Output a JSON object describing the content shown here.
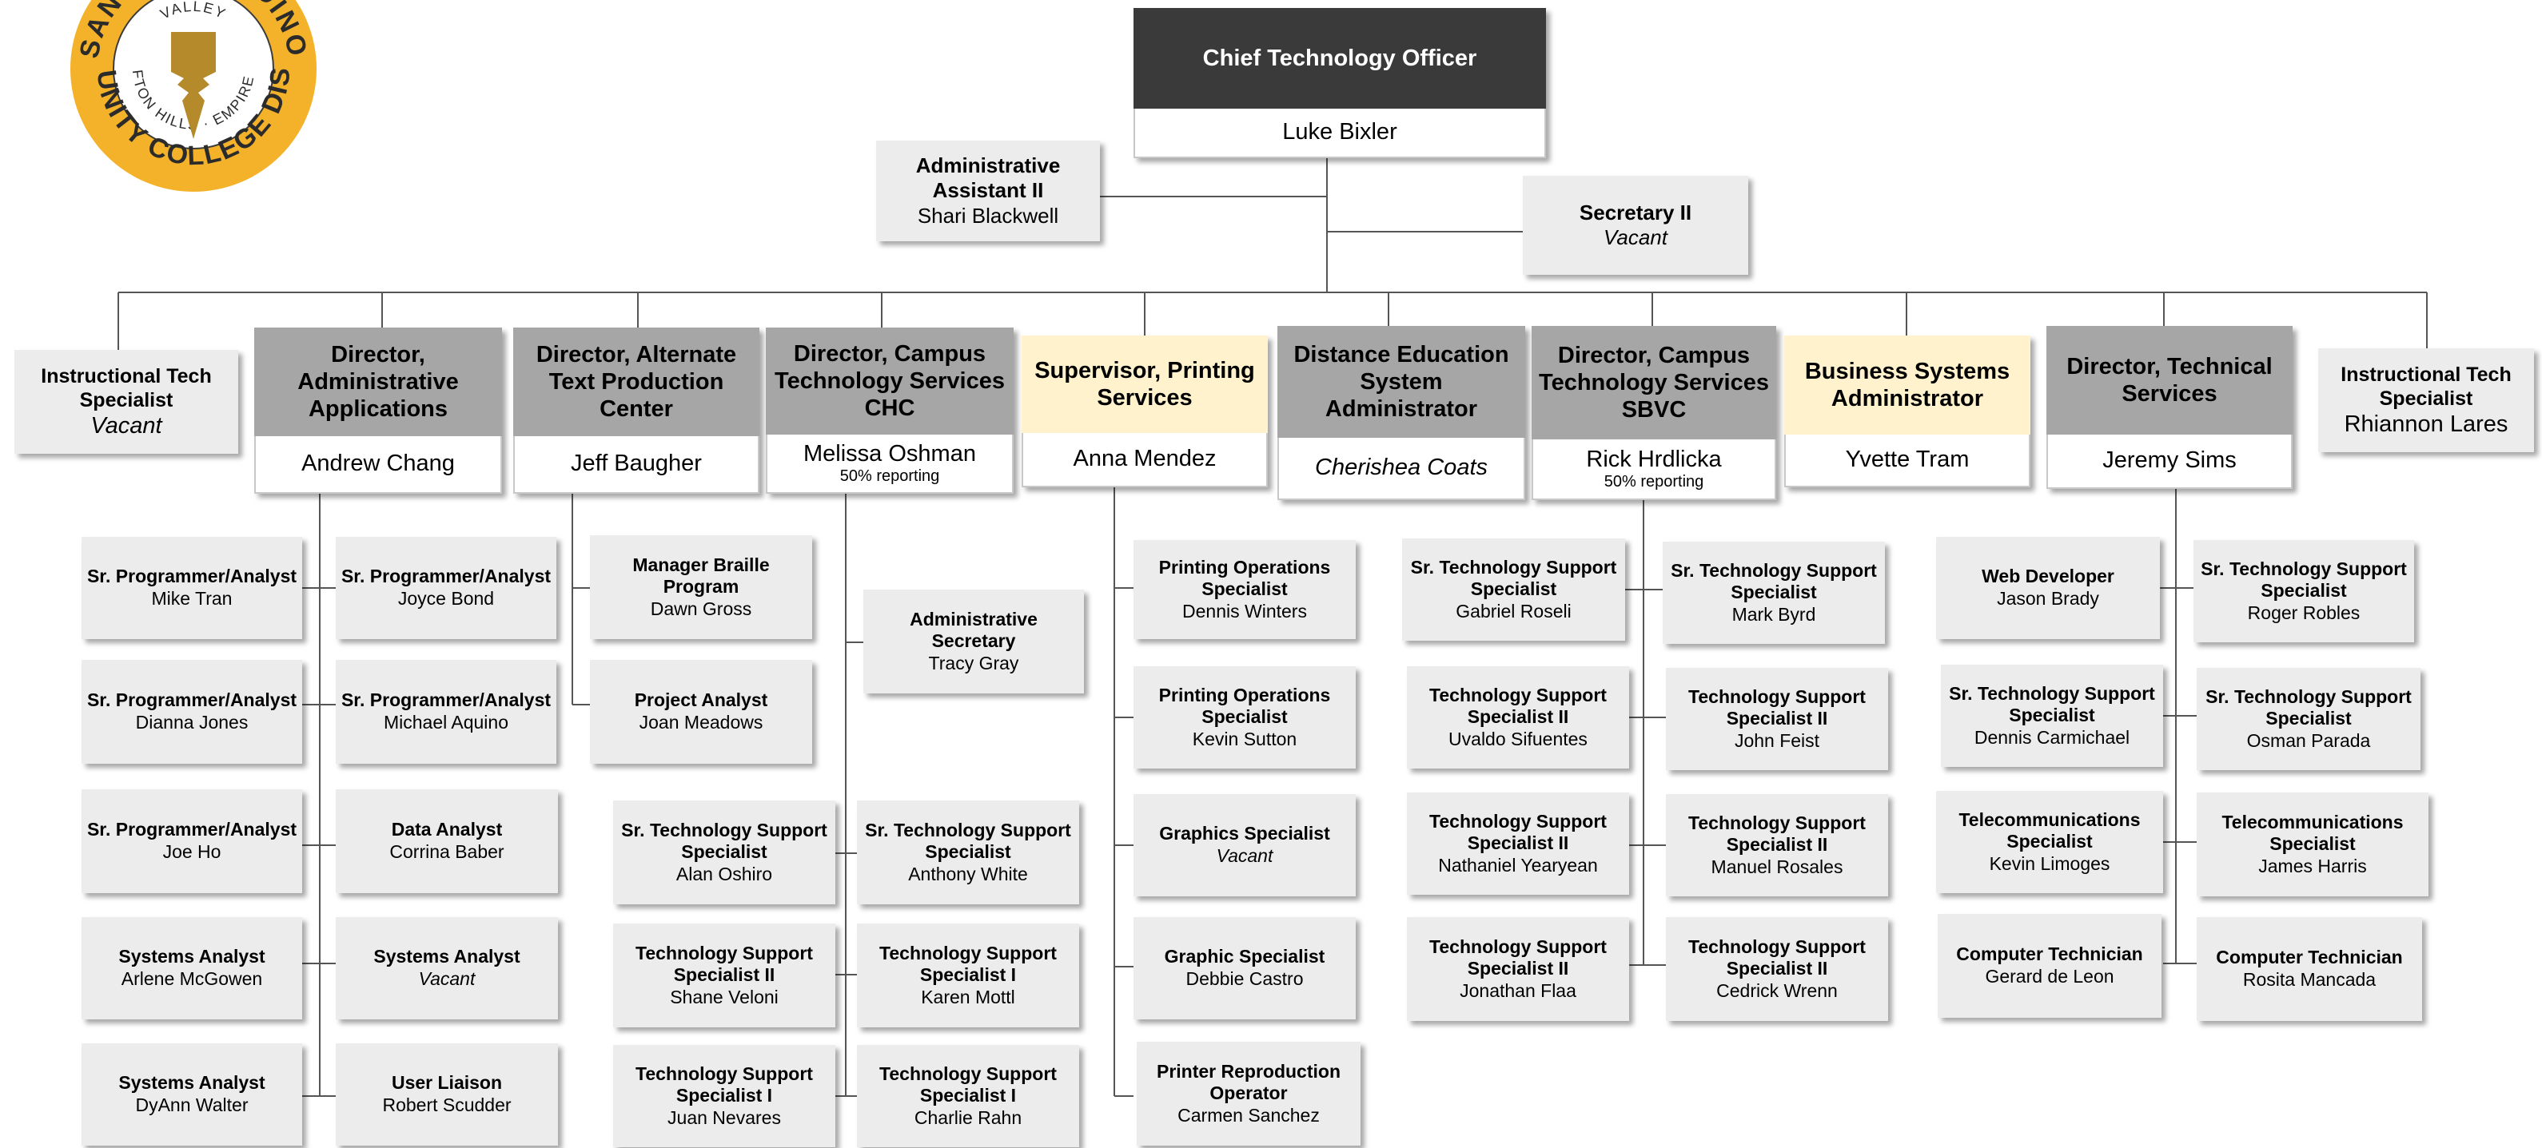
{
  "logo": {
    "ring_text_bottom": "COMMUNITY COLLEGE DISTRICT",
    "ring_text_top": "SAN BERNARDINO",
    "inner_text_top": "VALLEY",
    "inner_text_bottom": "CRAFTON HILLS · EMPIRE KCR",
    "colors": {
      "ring": "#f3b22a",
      "emblem": "#b58a2a"
    }
  },
  "cto": {
    "title": "Chief Technology Officer",
    "name": "Luke Bixler"
  },
  "staff": {
    "admin_assistant": {
      "title": "Administrative Assistant II",
      "name": "Shari Blackwell"
    },
    "secretary": {
      "title": "Secretary II",
      "name": "Vacant"
    }
  },
  "side": {
    "left": {
      "title": "Instructional Tech Specialist",
      "name": "Vacant"
    },
    "right": {
      "title": "Instructional Tech Specialist",
      "name": "Rhiannon Lares"
    }
  },
  "heads": [
    {
      "title": "Director, Administrative Applications",
      "name": "Andrew Chang",
      "note": ""
    },
    {
      "title": "Director, Alternate Text  Production Center",
      "name": "Jeff Baugher",
      "note": ""
    },
    {
      "title": "Director, Campus Technology Services CHC",
      "name": "Melissa Oshman",
      "note": "50% reporting"
    },
    {
      "title": "Supervisor, Printing Services",
      "name": "Anna Mendez",
      "note": ""
    },
    {
      "title": "Distance Education System Administrator",
      "name": "Cherishea Coats",
      "note": ""
    },
    {
      "title": "Director, Campus Technology Services SBVC",
      "name": "Rick Hrdlicka",
      "note": "50% reporting"
    },
    {
      "title": "Business Systems Administrator",
      "name": "Yvette Tram",
      "note": ""
    },
    {
      "title": "Director, Technical Services",
      "name": "Jeremy Sims",
      "note": ""
    }
  ],
  "admin_apps": [
    {
      "title": "Sr. Programmer/Analyst",
      "name": "Mike Tran"
    },
    {
      "title": "Sr. Programmer/Analyst",
      "name": "Joyce Bond"
    },
    {
      "title": "Sr. Programmer/Analyst",
      "name": "Dianna Jones"
    },
    {
      "title": "Sr. Programmer/Analyst",
      "name": "Michael Aquino"
    },
    {
      "title": "Sr. Programmer/Analyst",
      "name": "Joe Ho"
    },
    {
      "title": "Data Analyst",
      "name": "Corrina Baber"
    },
    {
      "title": "Systems Analyst",
      "name": "Arlene McGowen"
    },
    {
      "title": "Systems Analyst",
      "name": "Vacant"
    },
    {
      "title": "Systems Analyst",
      "name": "DyAnn Walter"
    },
    {
      "title": "User Liaison",
      "name": "Robert Scudder"
    }
  ],
  "atpc": [
    {
      "title": "Manager Braille Program",
      "name": "Dawn Gross"
    },
    {
      "title": "Project Analyst",
      "name": "Joan Meadows"
    }
  ],
  "chc": [
    {
      "title": "Administrative Secretary",
      "name": "Tracy Gray"
    },
    {
      "title": "Sr. Technology Support Specialist",
      "name": "Alan Oshiro"
    },
    {
      "title": "Sr. Technology Support Specialist",
      "name": "Anthony White"
    },
    {
      "title": "Technology Support Specialist II",
      "name": "Shane Veloni"
    },
    {
      "title": "Technology Support Specialist I",
      "name": "Karen Mottl"
    },
    {
      "title": "Technology Support Specialist I",
      "name": "Juan Nevares"
    },
    {
      "title": "Technology Support Specialist I",
      "name": "Charlie Rahn"
    }
  ],
  "printing": [
    {
      "title": "Printing Operations Specialist",
      "name": "Dennis Winters"
    },
    {
      "title": "Printing Operations Specialist",
      "name": "Kevin Sutton"
    },
    {
      "title": "Graphics Specialist",
      "name": "Vacant"
    },
    {
      "title": "Graphic Specialist",
      "name": "Debbie Castro"
    },
    {
      "title": "Printer Reproduction Operator",
      "name": "Carmen Sanchez"
    }
  ],
  "sbvc": [
    {
      "title": "Sr. Technology Support Specialist",
      "name": "Gabriel Roseli"
    },
    {
      "title": "Sr. Technology Support Specialist",
      "name": "Mark Byrd"
    },
    {
      "title": "Technology Support Specialist II",
      "name": "Uvaldo Sifuentes"
    },
    {
      "title": "Technology Support Specialist II",
      "name": "John Feist"
    },
    {
      "title": "Technology Support Specialist II",
      "name": "Nathaniel Yearyean"
    },
    {
      "title": "Technology Support Specialist II",
      "name": "Manuel Rosales"
    },
    {
      "title": "Technology Support Specialist II",
      "name": "Jonathan Flaa"
    },
    {
      "title": "Technology Support Specialist II",
      "name": "Cedrick Wrenn"
    }
  ],
  "techsvc": [
    {
      "title": "Web Developer",
      "name": "Jason Brady"
    },
    {
      "title": "Sr. Technology Support Specialist",
      "name": "Roger Robles"
    },
    {
      "title": "Sr. Technology Support Specialist",
      "name": "Dennis Carmichael"
    },
    {
      "title": "Sr. Technology Support Specialist",
      "name": "Osman Parada"
    },
    {
      "title": "Telecommunications Specialist",
      "name": "Kevin Limoges"
    },
    {
      "title": "Telecommunications Specialist",
      "name": "James Harris"
    },
    {
      "title": "Computer Technician",
      "name": "Gerard de Leon"
    },
    {
      "title": "Computer Technician",
      "name": "Rosita Mancada"
    }
  ]
}
